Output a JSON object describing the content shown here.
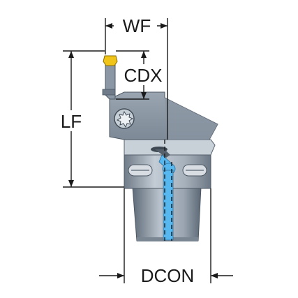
{
  "labels": {
    "wf": "WF",
    "cdx": "CDX",
    "lf": "LF",
    "dcon": "DCON"
  },
  "colors": {
    "body_light": "#b8c2cc",
    "body_mid": "#8d99a6",
    "body_dark": "#5f6b78",
    "insert_yellow": "#f0c419",
    "coolant_blue": "#57b8f0",
    "line": "#1a1a1a"
  },
  "icons": {
    "screw": "torx-screw-icon"
  }
}
